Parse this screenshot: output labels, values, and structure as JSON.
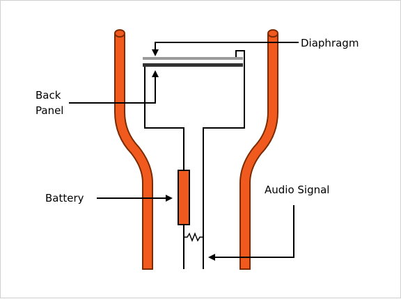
{
  "labels": {
    "diaphragm": "Diaphragm",
    "back_panel_line1": "Back",
    "back_panel_line2": "Panel",
    "battery": "Battery",
    "audio_signal": "Audio Signal"
  },
  "colors": {
    "tube": "#f05a1e",
    "tube_outline": "#7a2a00",
    "battery": "#f05a1e",
    "diaphragm": "#9a9a9a",
    "back_panel": "#333333",
    "wire": "#000000"
  }
}
